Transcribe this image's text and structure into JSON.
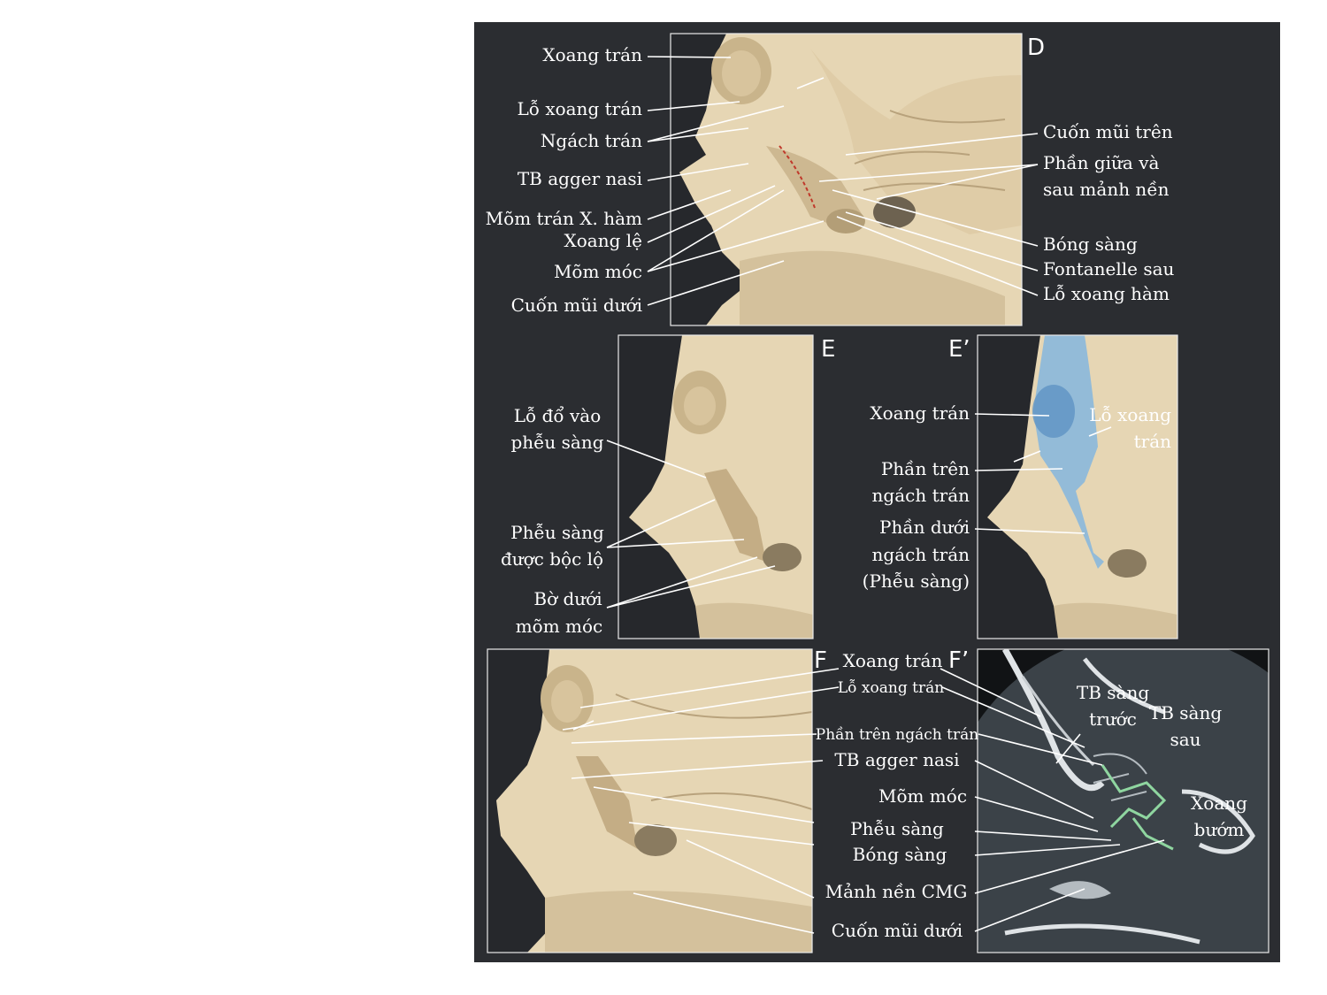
{
  "figure": {
    "background_color": "#2b2d31",
    "bone_color": "#e6d6b4",
    "mucosa_color": "#8ab8dc",
    "ct_background": "#3b4248",
    "highlight_color": "#8fd6a0"
  },
  "panel_D": {
    "letter": "D",
    "labels_left": [
      "Xoang trán",
      "Lỗ xoang trán",
      "Ngách trán",
      "TB agger nasi",
      "Mõm trán X. hàm",
      "Xoang lệ",
      "Mõm móc",
      "Cuốn mũi dưới"
    ],
    "labels_right": [
      "Cuốn mũi trên",
      "Phần giữa và",
      "sau mảnh nền",
      "Bóng sàng",
      "Fontanelle sau",
      "Lỗ xoang hàm"
    ]
  },
  "panel_E": {
    "letter": "E",
    "labels": [
      "Lỗ đổ vào",
      "phễu sàng",
      "Phễu sàng",
      "được bộc lộ",
      "Bờ dưới",
      "mõm móc"
    ]
  },
  "panel_E_prime": {
    "letter": "E’",
    "labels_left": [
      "Xoang trán",
      "Phần trên",
      "ngách trán",
      "Phần dưới",
      "ngách trán",
      "(Phễu sàng)"
    ],
    "labels_right": [
      "Lỗ xoang",
      "trán"
    ]
  },
  "panel_F": {
    "letter": "F",
    "labels": [
      "Xoang trán",
      "Lỗ xoang trán",
      "Phần trên ngách trán",
      "TB agger nasi",
      "Mõm móc",
      "Phễu sàng",
      "Bóng sàng",
      "Mảnh nền CMG",
      "Cuốn mũi dưới"
    ]
  },
  "panel_F_prime": {
    "letter": "F’",
    "labels": [
      "TB sàng",
      "trước",
      "TB sàng",
      "sau",
      "Xoang",
      "bướm"
    ]
  }
}
